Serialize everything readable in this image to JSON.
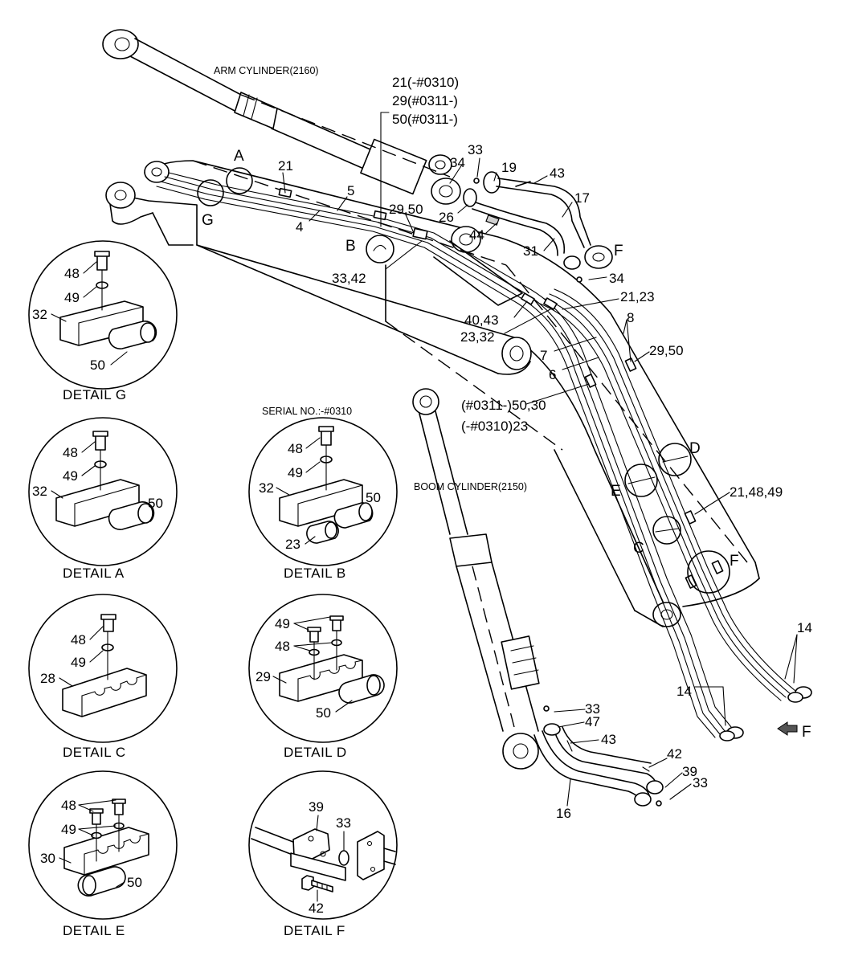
{
  "cylinders": {
    "arm": "ARM CYLINDER(2160)",
    "boom": "BOOM CYLINDER(2150)"
  },
  "serial_note": "SERIAL NO.:-#0310",
  "variant_stack": {
    "line1": "21(-#0310)",
    "line2": "29(#0311-)",
    "line3": "50(#0311-)"
  },
  "variant_right": {
    "line1": "(#0311-)50,30",
    "line2": "(-#0310)23"
  },
  "callouts": {
    "c33_top": "33",
    "c34_top": "34",
    "c19": "19",
    "c43_top": "43",
    "c17": "17",
    "c21_top": "21",
    "c5": "5",
    "c4": "4",
    "c29_50_top": "29,50",
    "c26": "26",
    "c44": "44",
    "c31": "31",
    "c34_mid": "34",
    "c33_42": "33,42",
    "c21_23": "21,23",
    "c40_43": "40,43",
    "c8": "8",
    "c23_32": "23,32",
    "c29_50_mid": "29,50",
    "c7": "7",
    "c6": "6",
    "c21_48_49": "21,48,49",
    "c14_right": "14",
    "c14_left": "14",
    "c33_low": "33",
    "c47": "47",
    "c43_low": "43",
    "c42_low": "42",
    "c39_low": "39",
    "c33_lowest": "33",
    "c16": "16"
  },
  "letters": {
    "A": "A",
    "B": "B",
    "G": "G",
    "D": "D",
    "E": "E",
    "C": "C",
    "F1": "F",
    "F2": "F",
    "F3": "F"
  },
  "details": {
    "G": {
      "caption": "DETAIL  G",
      "n48": "48",
      "n49": "49",
      "n32": "32",
      "n50": "50"
    },
    "A": {
      "caption": "DETAIL  A",
      "n48": "48",
      "n49": "49",
      "n32": "32",
      "n50": "50"
    },
    "B": {
      "caption": "DETAIL  B",
      "n48": "48",
      "n49": "49",
      "n32": "32",
      "n50": "50",
      "n23": "23"
    },
    "C": {
      "caption": "DETAIL  C",
      "n48": "48",
      "n49": "49",
      "n28": "28"
    },
    "D": {
      "caption": "DETAIL  D",
      "n49": "49",
      "n48": "48",
      "n29": "29",
      "n50": "50"
    },
    "E": {
      "caption": "DETAIL  E",
      "n48": "48",
      "n49": "49",
      "n30": "30",
      "n50": "50"
    },
    "F": {
      "caption": "DETAIL  F",
      "n39": "39",
      "n33": "33",
      "n42": "42"
    }
  }
}
